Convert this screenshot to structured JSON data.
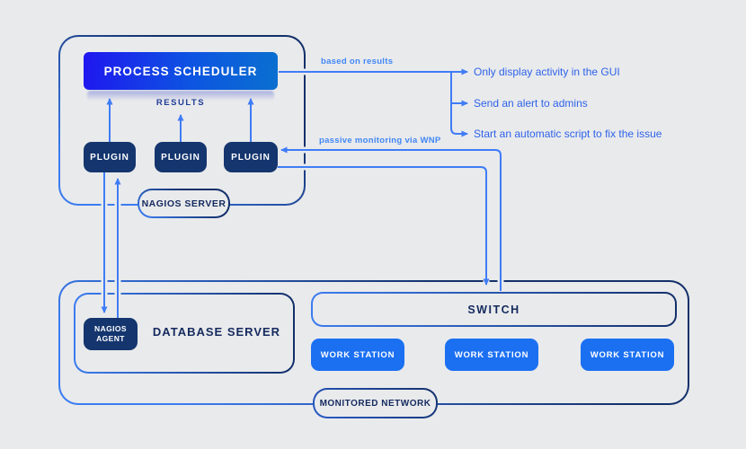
{
  "title": "Nagios passive monitoring architecture diagram",
  "colors": {
    "background": "#e9eaec",
    "box_navy": "#14356e",
    "text_navy": "#142a5e",
    "connector_blue": "#3f7cf6",
    "annotation_blue": "#4187f5",
    "outcome_blue": "#2e63e8",
    "workstation_blue": "#1b70f2",
    "scheduler_gradient_left": "#1f16ef",
    "scheduler_gradient_right": "#0a70cf"
  },
  "nagios_server": {
    "badge": "NAGIOS SERVER",
    "scheduler_label": "PROCESS SCHEDULER",
    "results_label": "RESULTS",
    "plugins": [
      {
        "label": "PLUGIN"
      },
      {
        "label": "PLUGIN"
      },
      {
        "label": "PLUGIN"
      }
    ]
  },
  "annotations": {
    "based_on_results": "based on results",
    "passive_monitoring": "passive monitoring via WNP"
  },
  "outcomes": [
    {
      "label": "Only display activity in the GUI"
    },
    {
      "label": "Send an alert to admins"
    },
    {
      "label": "Start an automatic script to fix the issue"
    }
  ],
  "monitored_network": {
    "badge": "MONITORED NETWORK",
    "database_server": {
      "label": "DATABASE SERVER",
      "agent_label": "NAGIOS AGENT"
    },
    "switch_label": "SWITCH",
    "workstations": [
      {
        "label": "WORK STATION"
      },
      {
        "label": "WORK STATION"
      },
      {
        "label": "WORK STATION"
      }
    ]
  }
}
